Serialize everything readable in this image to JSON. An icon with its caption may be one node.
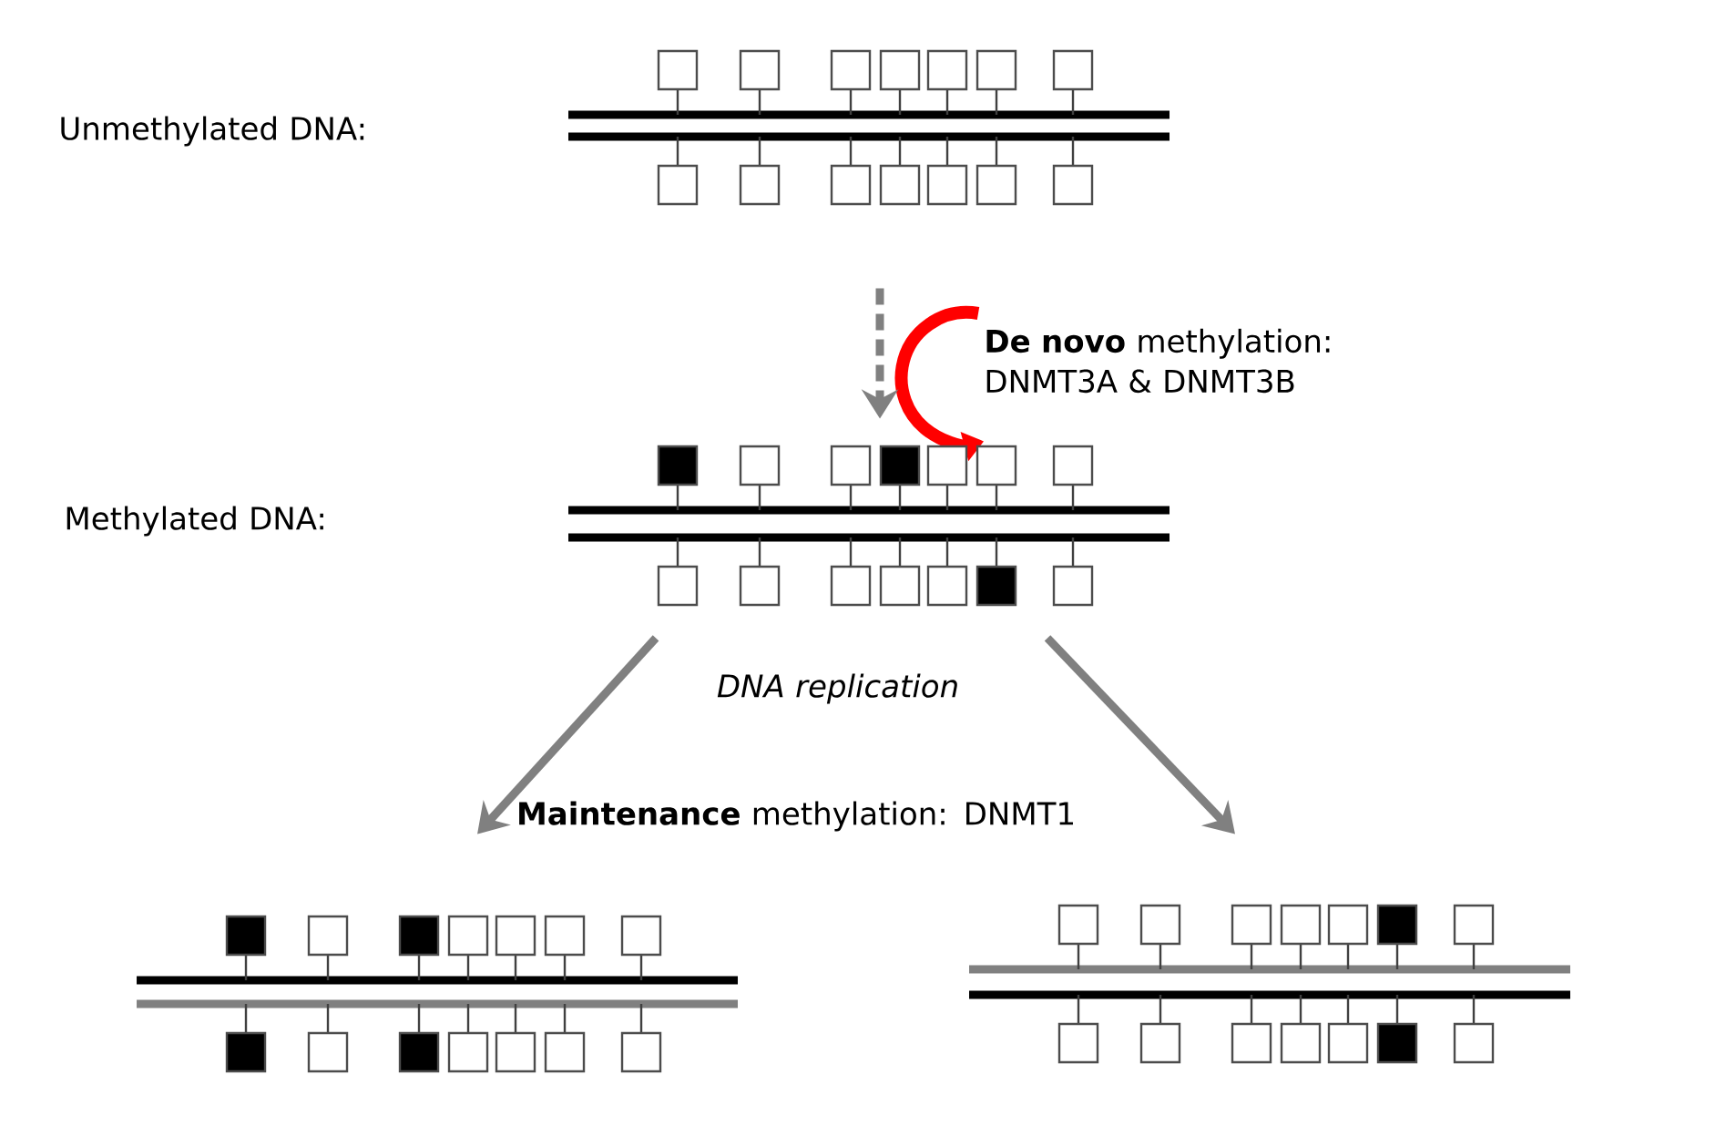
{
  "diagram": {
    "nodes": [
      {
        "text": [],
        "shape": "picture"
      },
      {
        "text": [],
        "shape": "picture"
      },
      {
        "text": [],
        "shape": "picture"
      },
      {
        "text": [],
        "shape": "picture"
      }
    ],
    "edges": [
      {
        "from": 0,
        "to": 1,
        "arrow": "to",
        "style": "dashed"
      },
      {
        "from": 1,
        "to": 2,
        "arrow": "to"
      },
      {
        "from": 1,
        "to": 3,
        "arrow": "to"
      }
    ],
    "labels": [
      "Unmethylated DNA:",
      "**De novo** methylation: DNMT3A & DNMT3B",
      "Methylated DNA:",
      "DNA replication",
      "**Maintenance** methylation: DNMT1"
    ]
  }
}
